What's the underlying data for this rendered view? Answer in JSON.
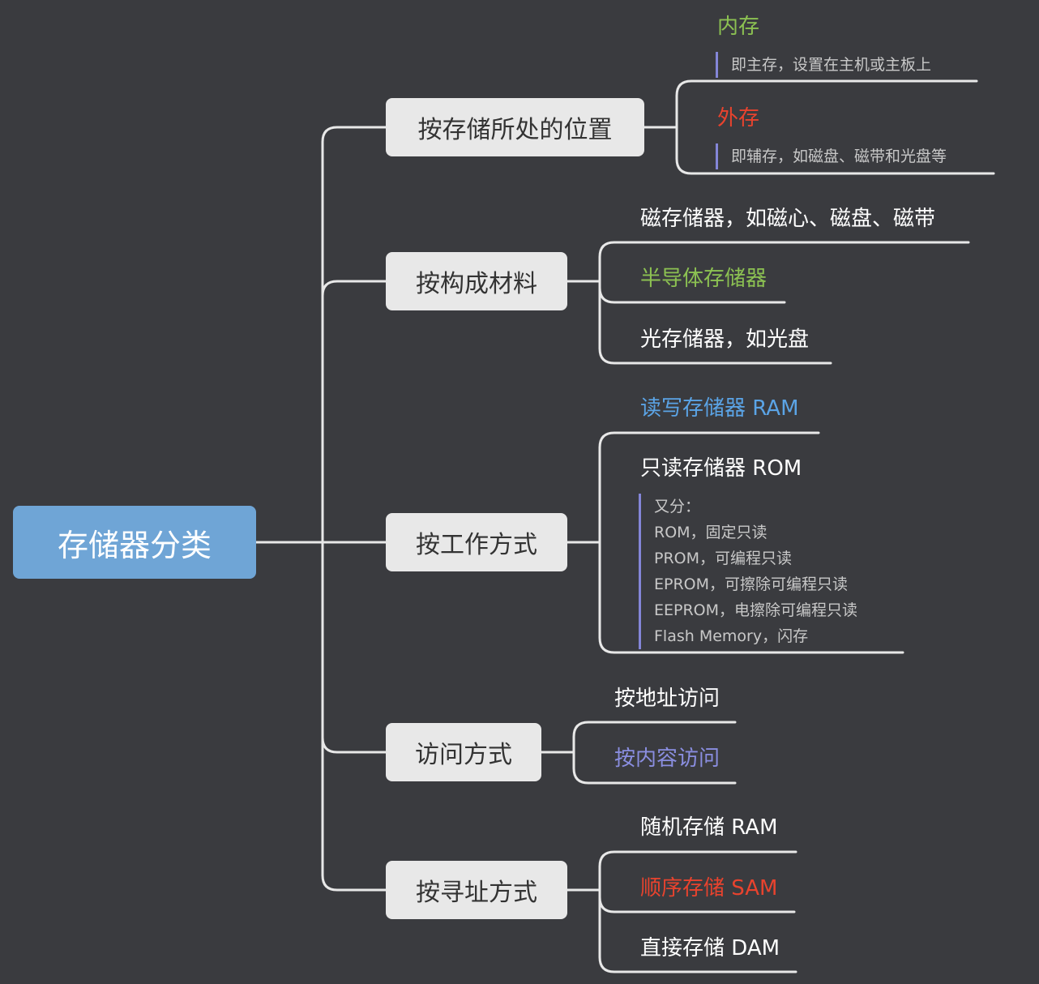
{
  "root": {
    "label": "存储器分类"
  },
  "branches": [
    {
      "label": "按存储所处的位置",
      "children": [
        {
          "label": "内存",
          "color": "#8cc152",
          "note": [
            "即主存，设置在主机或主板上"
          ]
        },
        {
          "label": "外存",
          "color": "#e8432e",
          "note": [
            "即辅存，如磁盘、磁带和光盘等"
          ]
        }
      ]
    },
    {
      "label": "按构成材料",
      "children": [
        {
          "label": "磁存储器，如磁心、磁盘、磁带",
          "color": "#ffffff"
        },
        {
          "label": "半导体存储器",
          "color": "#8cc152"
        },
        {
          "label": "光存储器，如光盘",
          "color": "#ffffff"
        }
      ]
    },
    {
      "label": "按工作方式",
      "children": [
        {
          "label": "读写存储器 RAM",
          "color": "#5ba4e6"
        },
        {
          "label": "只读存储器 ROM",
          "color": "#ffffff",
          "note": [
            "又分：",
            "ROM，固定只读",
            "PROM，可编程只读",
            "EPROM，可擦除可编程只读",
            "EEPROM，电擦除可编程只读",
            "Flash Memory，闪存"
          ]
        }
      ]
    },
    {
      "label": "访问方式",
      "children": [
        {
          "label": "按地址访问",
          "color": "#ffffff"
        },
        {
          "label": "按内容访问",
          "color": "#8a8ee0"
        }
      ]
    },
    {
      "label": "按寻址方式",
      "children": [
        {
          "label": "随机存储 RAM",
          "color": "#ffffff"
        },
        {
          "label": "顺序存储 SAM",
          "color": "#e8432e"
        },
        {
          "label": "直接存储 DAM",
          "color": "#ffffff"
        }
      ]
    }
  ],
  "colors": {
    "background": "#3a3b3f",
    "root": "#6fa5d6",
    "branch": "#e8e8e8",
    "line": "#e8e8e8",
    "note_bar": "#8486d8"
  }
}
